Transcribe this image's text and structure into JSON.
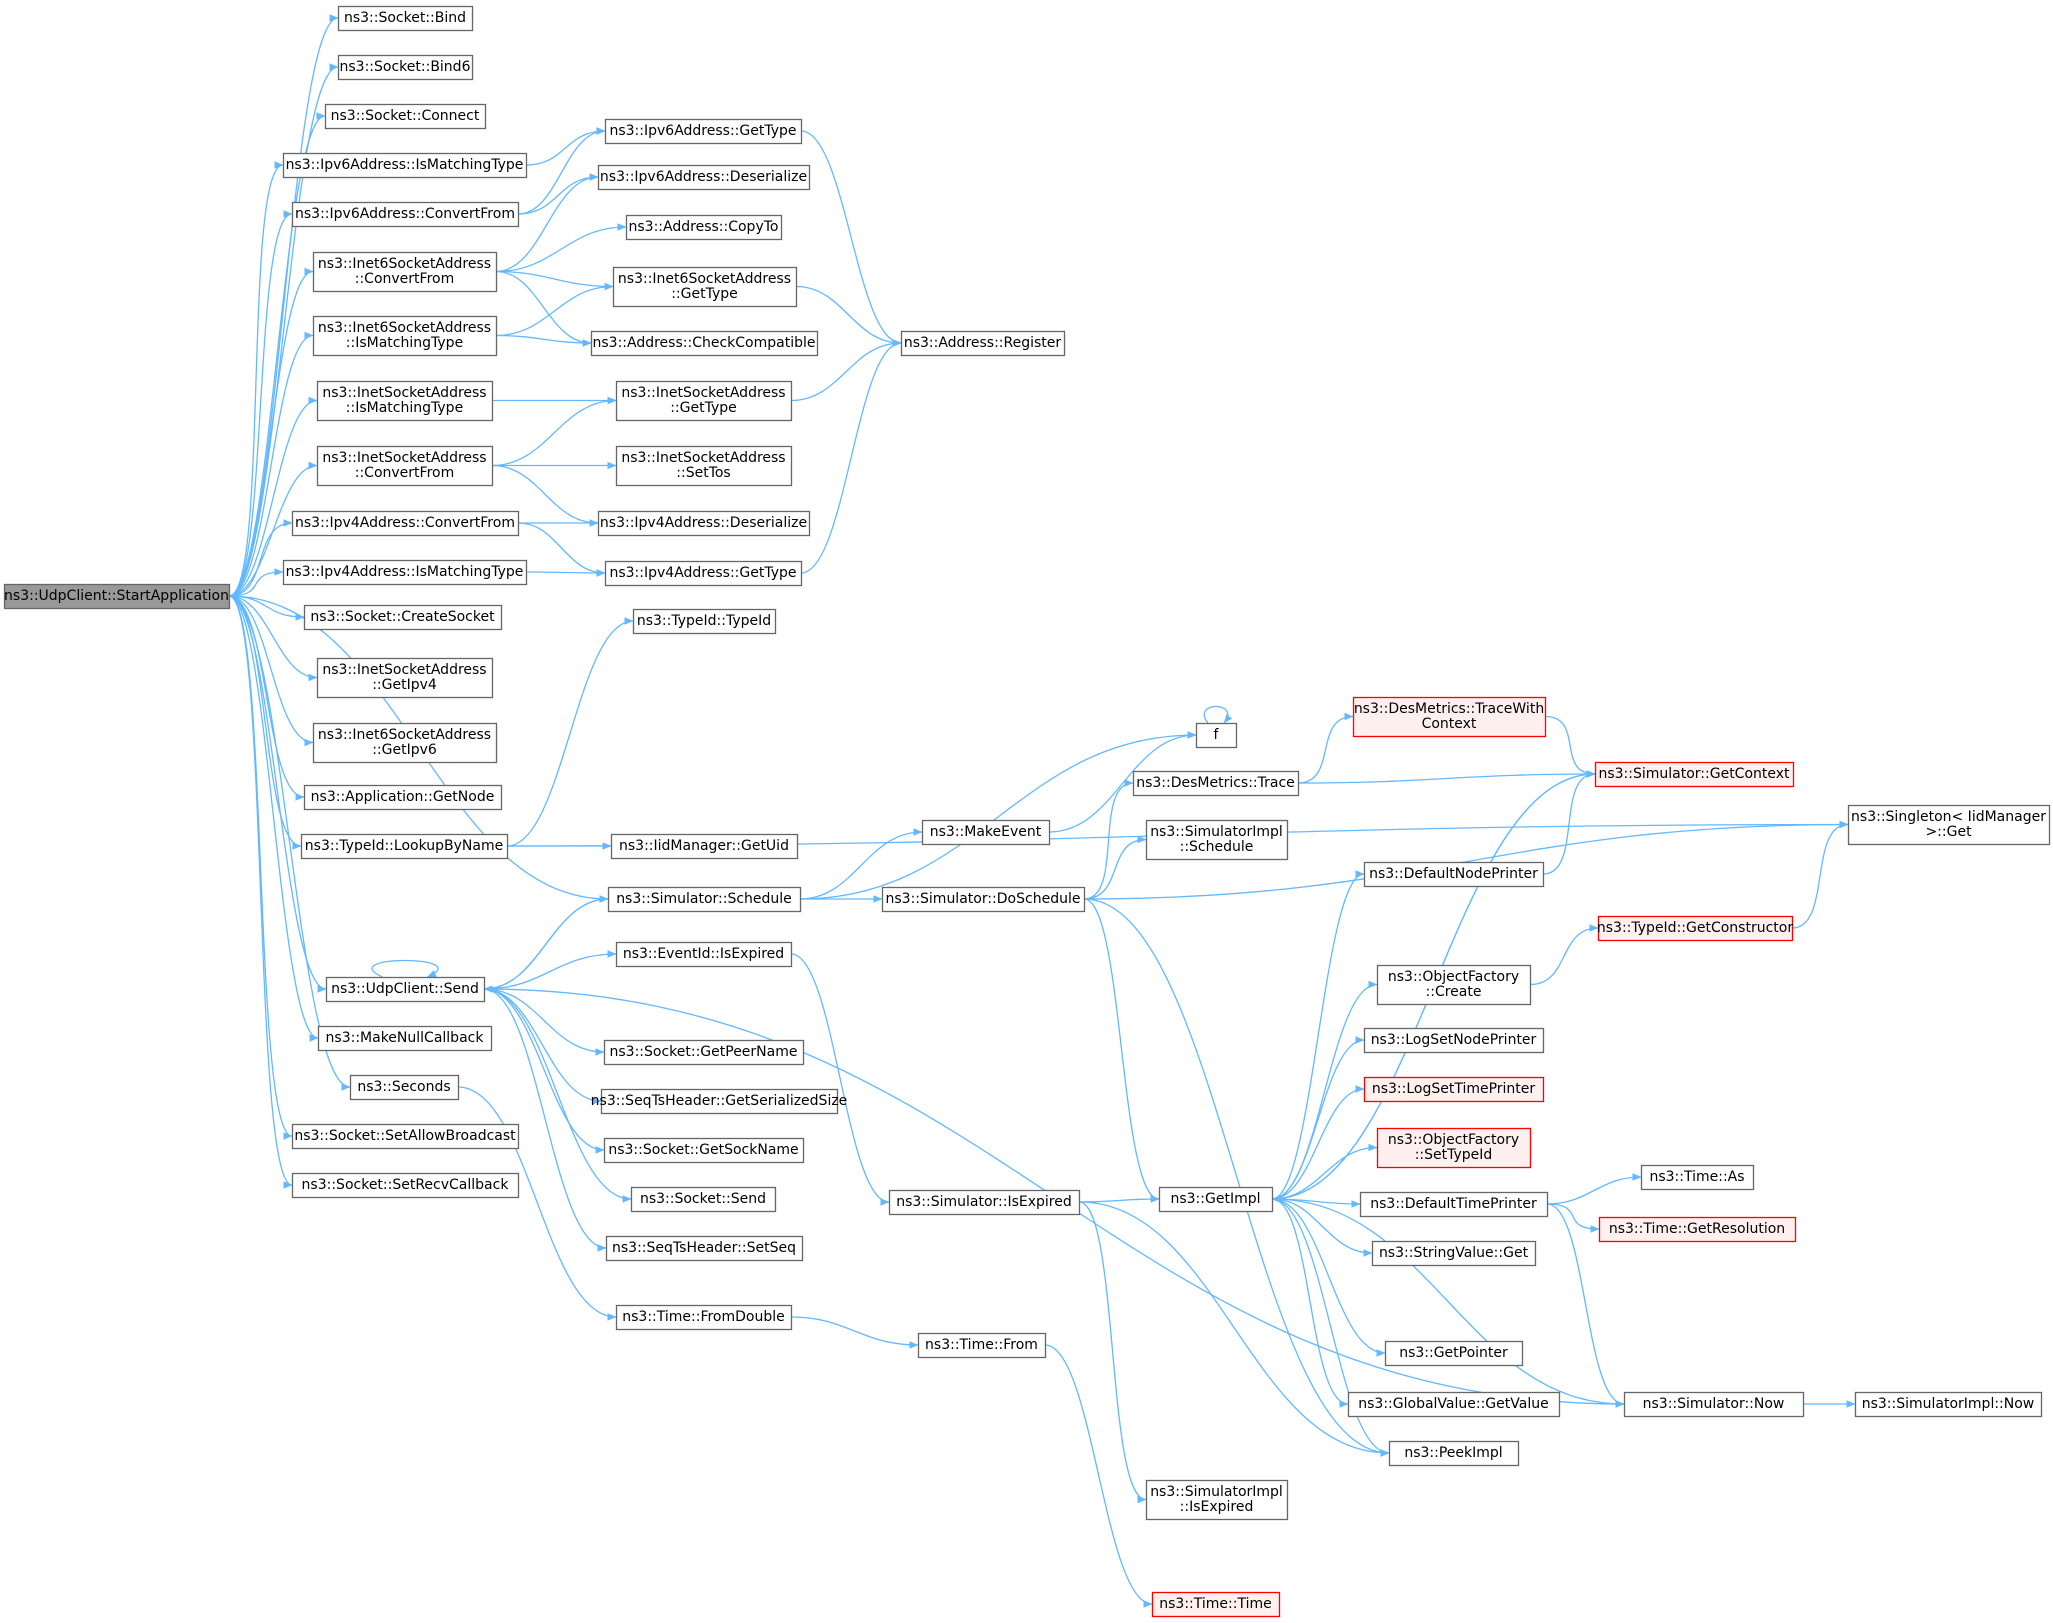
{
  "colors": {
    "edge": "#63b8ff",
    "node_border": "#666666",
    "node_fill": "#ffffff",
    "root_fill": "#999999",
    "truncated_border": "#ff0000",
    "truncated_fill": "#fff0f0",
    "text": "#000000"
  },
  "nodes": [
    {
      "id": "start",
      "lines": [
        "ns3::UdpClient::StartApplication"
      ],
      "style": "root"
    },
    {
      "id": "bind",
      "lines": [
        "ns3::Socket::Bind"
      ]
    },
    {
      "id": "bind6",
      "lines": [
        "ns3::Socket::Bind6"
      ]
    },
    {
      "id": "connect",
      "lines": [
        "ns3::Socket::Connect"
      ]
    },
    {
      "id": "ip6match",
      "lines": [
        "ns3::Ipv6Address::IsMatchingType"
      ]
    },
    {
      "id": "ip6conv",
      "lines": [
        "ns3::Ipv6Address::ConvertFrom"
      ]
    },
    {
      "id": "i6sconv",
      "lines": [
        "ns3::Inet6SocketAddress",
        "::ConvertFrom"
      ]
    },
    {
      "id": "i6smatch",
      "lines": [
        "ns3::Inet6SocketAddress",
        "::IsMatchingType"
      ]
    },
    {
      "id": "ismatch",
      "lines": [
        "ns3::InetSocketAddress",
        "::IsMatchingType"
      ]
    },
    {
      "id": "isconv",
      "lines": [
        "ns3::InetSocketAddress",
        "::ConvertFrom"
      ]
    },
    {
      "id": "ip4conv",
      "lines": [
        "ns3::Ipv4Address::ConvertFrom"
      ]
    },
    {
      "id": "ip4match",
      "lines": [
        "ns3::Ipv4Address::IsMatchingType"
      ]
    },
    {
      "id": "createsock",
      "lines": [
        "ns3::Socket::CreateSocket"
      ]
    },
    {
      "id": "getipv4",
      "lines": [
        "ns3::InetSocketAddress",
        "::GetIpv4"
      ]
    },
    {
      "id": "getipv6",
      "lines": [
        "ns3::Inet6SocketAddress",
        "::GetIpv6"
      ]
    },
    {
      "id": "getnode",
      "lines": [
        "ns3::Application::GetNode"
      ]
    },
    {
      "id": "lookup",
      "lines": [
        "ns3::TypeId::LookupByName"
      ]
    },
    {
      "id": "send",
      "lines": [
        "ns3::UdpClient::Send"
      ]
    },
    {
      "id": "nullcb",
      "lines": [
        "ns3::MakeNullCallback"
      ]
    },
    {
      "id": "seconds",
      "lines": [
        "ns3::Seconds"
      ]
    },
    {
      "id": "setbcast",
      "lines": [
        "ns3::Socket::SetAllowBroadcast"
      ]
    },
    {
      "id": "setrecv",
      "lines": [
        "ns3::Socket::SetRecvCallback"
      ]
    },
    {
      "id": "ip6type",
      "lines": [
        "ns3::Ipv6Address::GetType"
      ]
    },
    {
      "id": "ip6deser",
      "lines": [
        "ns3::Ipv6Address::Deserialize"
      ]
    },
    {
      "id": "copyto",
      "lines": [
        "ns3::Address::CopyTo"
      ]
    },
    {
      "id": "i6stype",
      "lines": [
        "ns3::Inet6SocketAddress",
        "::GetType"
      ]
    },
    {
      "id": "checkcompat",
      "lines": [
        "ns3::Address::CheckCompatible"
      ]
    },
    {
      "id": "istype",
      "lines": [
        "ns3::InetSocketAddress",
        "::GetType"
      ]
    },
    {
      "id": "settos",
      "lines": [
        "ns3::InetSocketAddress",
        "::SetTos"
      ]
    },
    {
      "id": "ip4deser",
      "lines": [
        "ns3::Ipv4Address::Deserialize"
      ]
    },
    {
      "id": "ip4type",
      "lines": [
        "ns3::Ipv4Address::GetType"
      ]
    },
    {
      "id": "typeid",
      "lines": [
        "ns3::TypeId::TypeId"
      ]
    },
    {
      "id": "getuid",
      "lines": [
        "ns3::IidManager::GetUid"
      ]
    },
    {
      "id": "schedule",
      "lines": [
        "ns3::Simulator::Schedule"
      ]
    },
    {
      "id": "evexpired",
      "lines": [
        "ns3::EventId::IsExpired"
      ]
    },
    {
      "id": "peername",
      "lines": [
        "ns3::Socket::GetPeerName"
      ]
    },
    {
      "id": "serialsize",
      "lines": [
        "ns3::SeqTsHeader::GetSerializedSize"
      ]
    },
    {
      "id": "sockname",
      "lines": [
        "ns3::Socket::GetSockName"
      ]
    },
    {
      "id": "socksend",
      "lines": [
        "ns3::Socket::Send"
      ]
    },
    {
      "id": "setseq",
      "lines": [
        "ns3::SeqTsHeader::SetSeq"
      ]
    },
    {
      "id": "fromdouble",
      "lines": [
        "ns3::Time::FromDouble"
      ]
    },
    {
      "id": "addrreg",
      "lines": [
        "ns3::Address::Register"
      ]
    },
    {
      "id": "makeevent",
      "lines": [
        "ns3::MakeEvent"
      ]
    },
    {
      "id": "doschedule",
      "lines": [
        "ns3::Simulator::DoSchedule"
      ]
    },
    {
      "id": "simexpired",
      "lines": [
        "ns3::Simulator::IsExpired"
      ]
    },
    {
      "id": "timefrom",
      "lines": [
        "ns3::Time::From"
      ]
    },
    {
      "id": "timetime",
      "lines": [
        "ns3::Time::Time"
      ],
      "style": "truncated"
    },
    {
      "id": "f",
      "lines": [
        "f"
      ]
    },
    {
      "id": "destrace",
      "lines": [
        "ns3::DesMetrics::Trace"
      ]
    },
    {
      "id": "simimplsched",
      "lines": [
        "ns3::SimulatorImpl",
        "::Schedule"
      ]
    },
    {
      "id": "getimpl",
      "lines": [
        "ns3::GetImpl"
      ]
    },
    {
      "id": "simimplexp",
      "lines": [
        "ns3::SimulatorImpl",
        "::IsExpired"
      ]
    },
    {
      "id": "tracectx",
      "lines": [
        "ns3::DesMetrics::TraceWith",
        "Context"
      ],
      "style": "truncated"
    },
    {
      "id": "getctx",
      "lines": [
        "ns3::Simulator::GetContext"
      ],
      "style": "truncated"
    },
    {
      "id": "singleton",
      "lines": [
        "ns3::Singleton< IidManager",
        " >::Get"
      ]
    },
    {
      "id": "defnodeprinter",
      "lines": [
        "ns3::DefaultNodePrinter"
      ]
    },
    {
      "id": "objcreate",
      "lines": [
        "ns3::ObjectFactory",
        "::Create"
      ]
    },
    {
      "id": "lognodeprinter",
      "lines": [
        "ns3::LogSetNodePrinter"
      ]
    },
    {
      "id": "logtimeprinter",
      "lines": [
        "ns3::LogSetTimePrinter"
      ],
      "style": "truncated"
    },
    {
      "id": "objsettypeid",
      "lines": [
        "ns3::ObjectFactory",
        "::SetTypeId"
      ],
      "style": "truncated"
    },
    {
      "id": "deftimeprinter",
      "lines": [
        "ns3::DefaultTimePrinter"
      ]
    },
    {
      "id": "strget",
      "lines": [
        "ns3::StringValue::Get"
      ]
    },
    {
      "id": "getpointer",
      "lines": [
        "ns3::GetPointer"
      ]
    },
    {
      "id": "globalget",
      "lines": [
        "ns3::GlobalValue::GetValue"
      ]
    },
    {
      "id": "peekimpl",
      "lines": [
        "ns3::PeekImpl"
      ]
    },
    {
      "id": "simnow",
      "lines": [
        "ns3::Simulator::Now"
      ]
    },
    {
      "id": "getctor",
      "lines": [
        "ns3::TypeId::GetConstructor"
      ],
      "style": "truncated"
    },
    {
      "id": "timeas",
      "lines": [
        "ns3::Time::As"
      ]
    },
    {
      "id": "getres",
      "lines": [
        "ns3::Time::GetResolution"
      ],
      "style": "truncated"
    },
    {
      "id": "simimplnow",
      "lines": [
        "ns3::SimulatorImpl::Now"
      ]
    }
  ],
  "edges": [
    [
      "start",
      "bind"
    ],
    [
      "start",
      "bind6"
    ],
    [
      "start",
      "connect"
    ],
    [
      "start",
      "ip6match"
    ],
    [
      "start",
      "ip6conv"
    ],
    [
      "start",
      "i6sconv"
    ],
    [
      "start",
      "i6smatch"
    ],
    [
      "start",
      "ismatch"
    ],
    [
      "start",
      "isconv"
    ],
    [
      "start",
      "ip4conv"
    ],
    [
      "start",
      "ip4match"
    ],
    [
      "start",
      "createsock"
    ],
    [
      "start",
      "getipv4"
    ],
    [
      "start",
      "getipv6"
    ],
    [
      "start",
      "getnode"
    ],
    [
      "start",
      "lookup"
    ],
    [
      "start",
      "schedule"
    ],
    [
      "start",
      "send"
    ],
    [
      "start",
      "nullcb"
    ],
    [
      "start",
      "seconds"
    ],
    [
      "start",
      "setbcast"
    ],
    [
      "start",
      "setrecv"
    ],
    [
      "ip6match",
      "ip6type"
    ],
    [
      "ip6conv",
      "ip6type"
    ],
    [
      "ip6conv",
      "ip6deser"
    ],
    [
      "i6sconv",
      "ip6deser"
    ],
    [
      "i6sconv",
      "copyto"
    ],
    [
      "i6sconv",
      "i6stype"
    ],
    [
      "i6sconv",
      "checkcompat"
    ],
    [
      "i6smatch",
      "i6stype"
    ],
    [
      "i6smatch",
      "checkcompat"
    ],
    [
      "ismatch",
      "istype"
    ],
    [
      "isconv",
      "istype"
    ],
    [
      "isconv",
      "settos"
    ],
    [
      "isconv",
      "ip4deser"
    ],
    [
      "ip4conv",
      "ip4deser"
    ],
    [
      "ip4conv",
      "ip4type"
    ],
    [
      "ip4match",
      "ip4type"
    ],
    [
      "lookup",
      "typeid"
    ],
    [
      "lookup",
      "getuid"
    ],
    [
      "lookup",
      "singleton"
    ],
    [
      "send",
      "send"
    ],
    [
      "send",
      "schedule"
    ],
    [
      "send",
      "evexpired"
    ],
    [
      "send",
      "peername"
    ],
    [
      "send",
      "serialsize"
    ],
    [
      "send",
      "sockname"
    ],
    [
      "send",
      "socksend"
    ],
    [
      "send",
      "setseq"
    ],
    [
      "send",
      "simnow"
    ],
    [
      "seconds",
      "fromdouble"
    ],
    [
      "ip6type",
      "addrreg"
    ],
    [
      "i6stype",
      "addrreg"
    ],
    [
      "istype",
      "addrreg"
    ],
    [
      "ip4type",
      "addrreg"
    ],
    [
      "schedule",
      "send"
    ],
    [
      "schedule",
      "makeevent"
    ],
    [
      "schedule",
      "doschedule"
    ],
    [
      "schedule",
      "f"
    ],
    [
      "evexpired",
      "simexpired"
    ],
    [
      "fromdouble",
      "timefrom"
    ],
    [
      "timefrom",
      "timetime"
    ],
    [
      "makeevent",
      "f"
    ],
    [
      "f",
      "f"
    ],
    [
      "doschedule",
      "destrace"
    ],
    [
      "doschedule",
      "simimplsched"
    ],
    [
      "doschedule",
      "singleton"
    ],
    [
      "doschedule",
      "getimpl"
    ],
    [
      "doschedule",
      "peekimpl"
    ],
    [
      "simexpired",
      "getimpl"
    ],
    [
      "simexpired",
      "peekimpl"
    ],
    [
      "simexpired",
      "simimplexp"
    ],
    [
      "destrace",
      "tracectx"
    ],
    [
      "destrace",
      "getctx"
    ],
    [
      "tracectx",
      "getctx"
    ],
    [
      "getimpl",
      "defnodeprinter"
    ],
    [
      "getimpl",
      "objcreate"
    ],
    [
      "getimpl",
      "lognodeprinter"
    ],
    [
      "getimpl",
      "logtimeprinter"
    ],
    [
      "getimpl",
      "objsettypeid"
    ],
    [
      "getimpl",
      "deftimeprinter"
    ],
    [
      "getimpl",
      "strget"
    ],
    [
      "getimpl",
      "getpointer"
    ],
    [
      "getimpl",
      "globalget"
    ],
    [
      "getimpl",
      "peekimpl"
    ],
    [
      "getimpl",
      "getctx"
    ],
    [
      "getctx",
      "getimpl"
    ],
    [
      "defnodeprinter",
      "getctx"
    ],
    [
      "objcreate",
      "getctor"
    ],
    [
      "getctor",
      "singleton"
    ],
    [
      "deftimeprinter",
      "timeas"
    ],
    [
      "deftimeprinter",
      "getres"
    ],
    [
      "deftimeprinter",
      "simnow"
    ],
    [
      "simnow",
      "simimplnow"
    ],
    [
      "simnow",
      "getimpl"
    ]
  ]
}
